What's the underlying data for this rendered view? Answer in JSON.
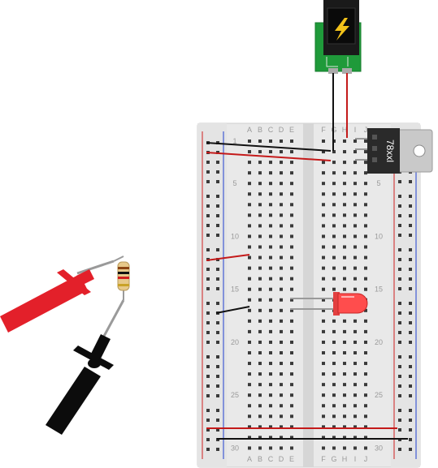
{
  "breadboard": {
    "columns_left": [
      "A",
      "B",
      "C",
      "D",
      "E"
    ],
    "columns_right": [
      "F",
      "G",
      "H",
      "I",
      "J"
    ],
    "row_labels": [
      "1",
      "5",
      "10",
      "15",
      "20",
      "25",
      "30"
    ],
    "rows": 30
  },
  "regulator": {
    "label": "78xxl"
  },
  "colors": {
    "board": "#e8e8e8",
    "rail_red": "#d11f1f",
    "rail_blue": "#1f3fd1",
    "wire_red": "#c41a1a",
    "wire_black": "#111111",
    "probe_red": "#e3202a",
    "probe_black": "#0c0c0c",
    "pcb_green": "#1f9a3a",
    "led_red": "#ff4d4d",
    "resistor_body": "#e7c98a",
    "regulator_body": "#2a2a2a"
  },
  "icons": {
    "power_jack": "lightning-bolt-icon"
  }
}
